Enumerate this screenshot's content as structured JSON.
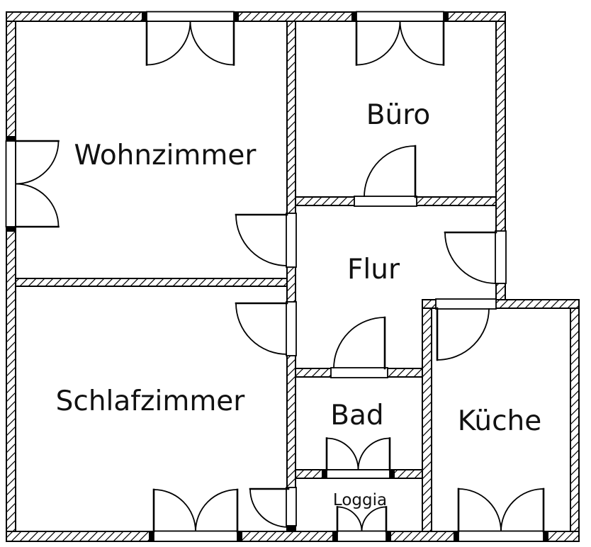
{
  "colors": {
    "line": "#000000",
    "background": "#ffffff",
    "text": "#111111"
  },
  "floorplan": {
    "type": "apartment-floor-plan",
    "rooms": [
      {
        "id": "wohnzimmer",
        "label": "Wohnzimmer"
      },
      {
        "id": "buero",
        "label": "Büro"
      },
      {
        "id": "flur",
        "label": "Flur"
      },
      {
        "id": "schlafzimmer",
        "label": "Schlafzimmer"
      },
      {
        "id": "bad",
        "label": "Bad"
      },
      {
        "id": "kueche",
        "label": "Küche"
      },
      {
        "id": "loggia",
        "label": "Loggia"
      }
    ],
    "doors": [
      {
        "id": "entrance-door",
        "between": [
          "Flur",
          "outside"
        ],
        "wall": "right"
      },
      {
        "id": "buero-door",
        "between": [
          "Flur",
          "Büro"
        ],
        "wall": "top of Flur"
      },
      {
        "id": "wohnzimmer-door",
        "between": [
          "Flur",
          "Wohnzimmer"
        ],
        "wall": "left of Flur"
      },
      {
        "id": "schlafzimmer-door",
        "between": [
          "Flur",
          "Schlafzimmer"
        ],
        "wall": "left of Flur"
      },
      {
        "id": "bad-door",
        "between": [
          "Flur",
          "Bad"
        ],
        "wall": "bottom of Flur"
      },
      {
        "id": "kueche-door",
        "between": [
          "Flur",
          "Küche"
        ],
        "wall": "top of Küche"
      },
      {
        "id": "loggia-door",
        "between": [
          "Schlafzimmer",
          "Loggia"
        ],
        "wall": "right of Schlafzimmer"
      }
    ],
    "windows": [
      {
        "id": "wohnzimmer-top-window",
        "room": "Wohnzimmer",
        "wall": "top",
        "type": "double-casement"
      },
      {
        "id": "wohnzimmer-left-window",
        "room": "Wohnzimmer",
        "wall": "left",
        "type": "double-casement"
      },
      {
        "id": "buero-top-window",
        "room": "Büro",
        "wall": "top",
        "type": "double-casement"
      },
      {
        "id": "schlafzimmer-bottom-window",
        "room": "Schlafzimmer",
        "wall": "bottom",
        "type": "double-casement"
      },
      {
        "id": "bad-loggia-window",
        "room": "Bad",
        "wall": "bottom (to Loggia)",
        "type": "double-casement"
      },
      {
        "id": "loggia-bottom-window",
        "room": "Loggia",
        "wall": "bottom",
        "type": "double-casement"
      },
      {
        "id": "kueche-bottom-window",
        "room": "Küche",
        "wall": "bottom",
        "type": "double-casement"
      }
    ]
  }
}
